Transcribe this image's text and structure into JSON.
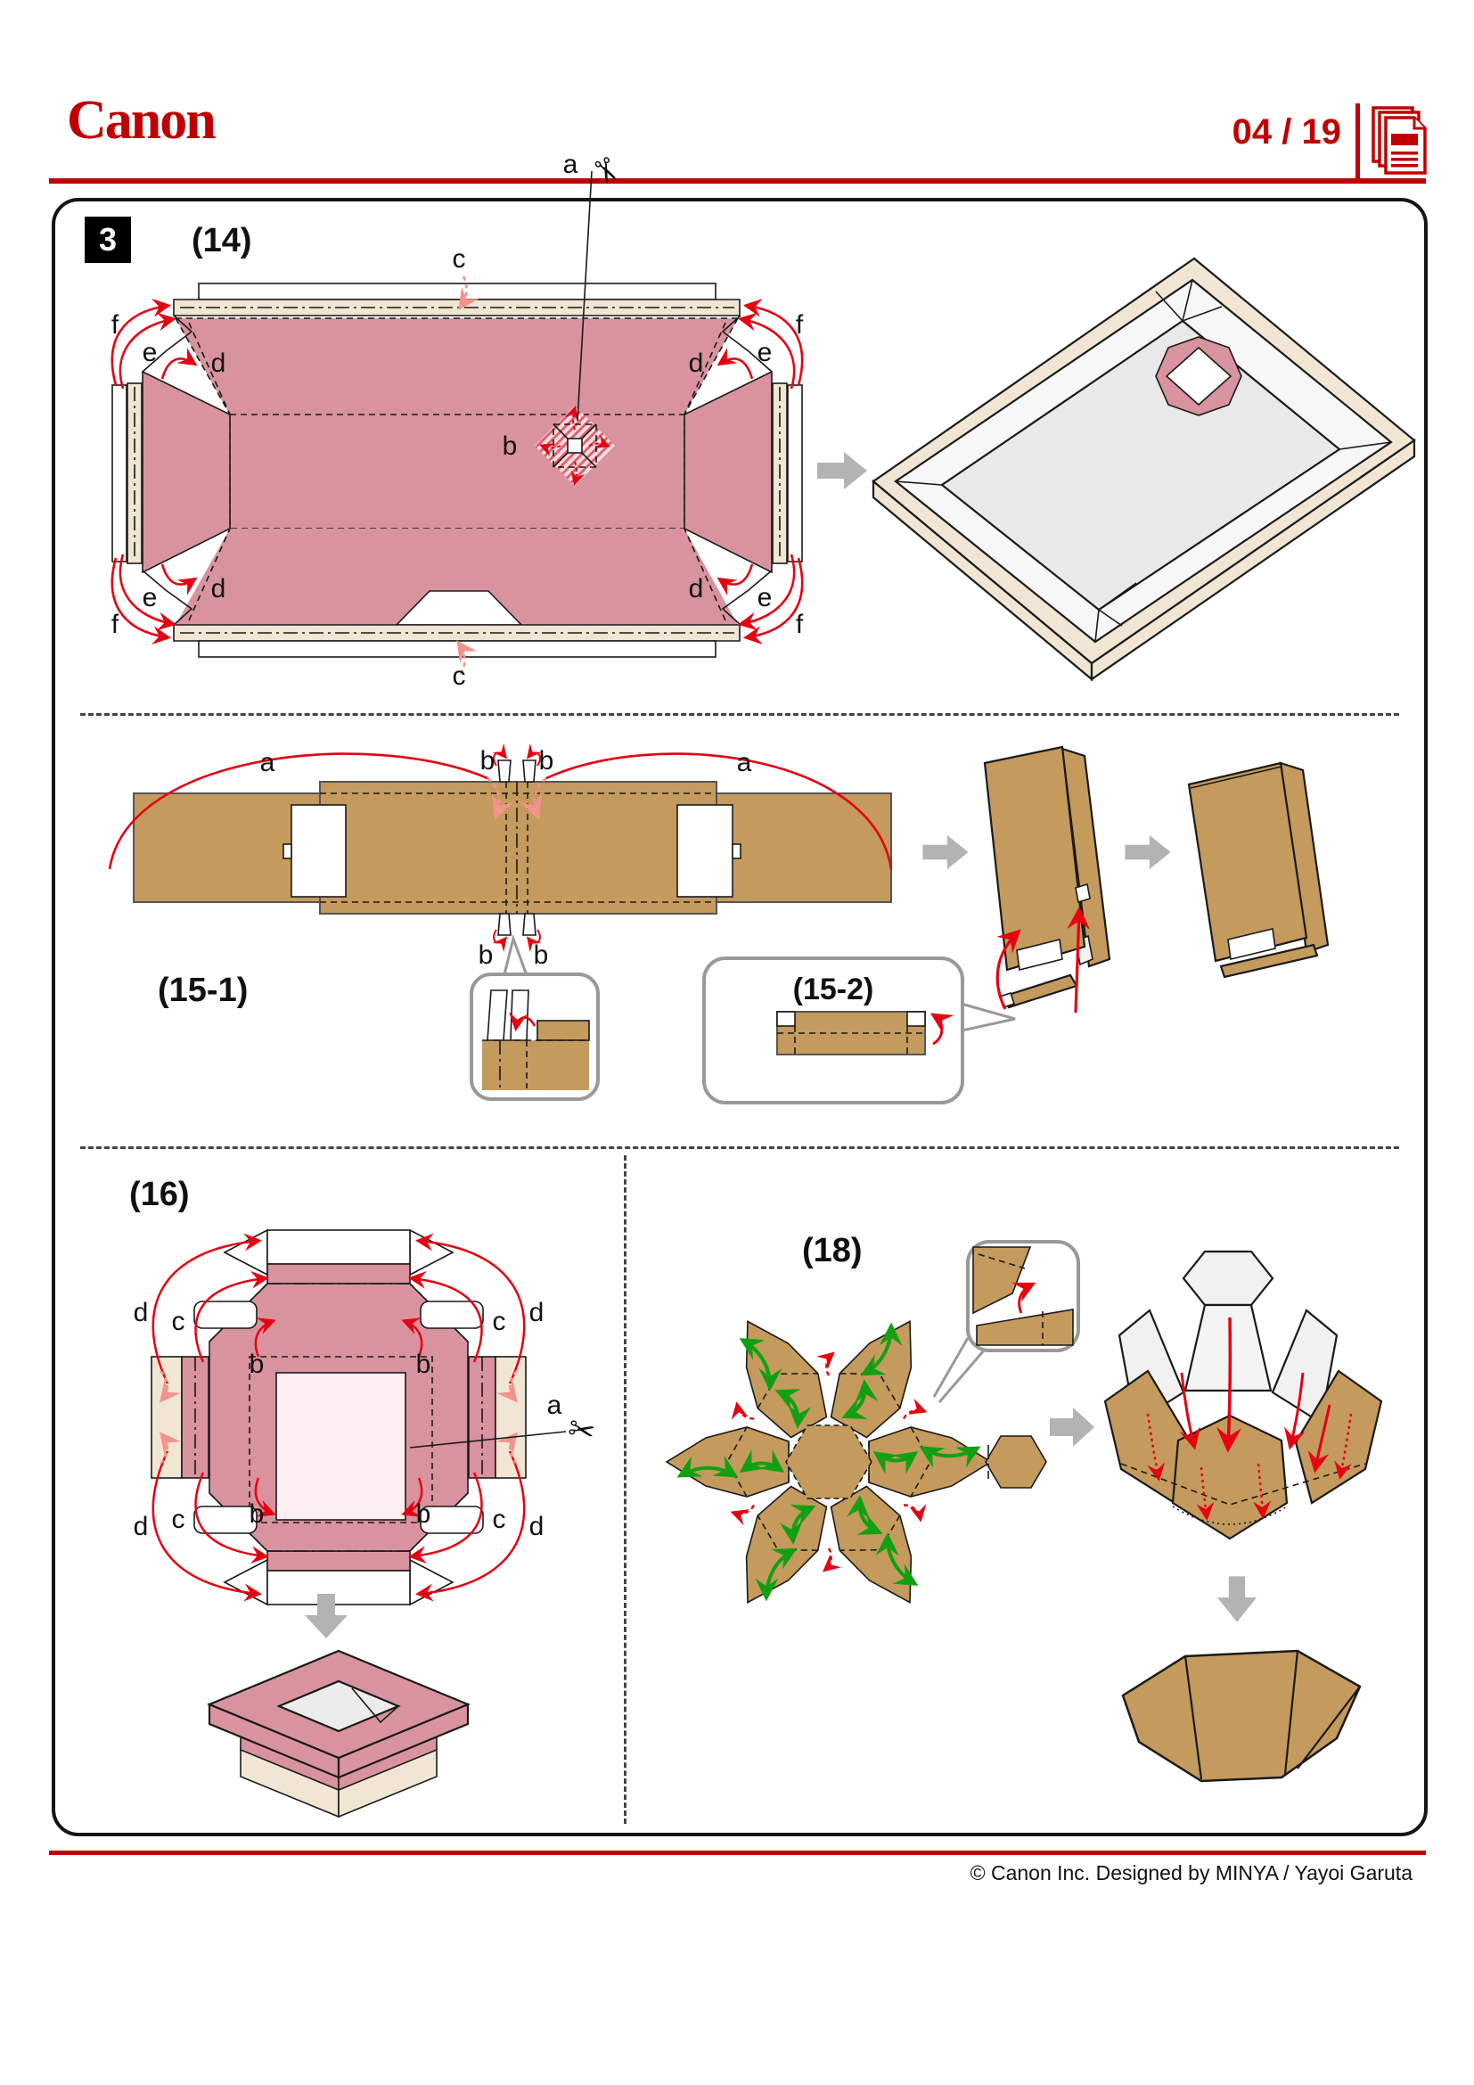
{
  "header": {
    "logo": "Canon",
    "page": "04 / 19"
  },
  "step": "3",
  "s14": {
    "title": "(14)",
    "a": "a",
    "b": "b",
    "c": "c",
    "d": "d",
    "e": "e",
    "f": "f"
  },
  "s15": {
    "title1": "(15-1)",
    "title2": "(15-2)",
    "a": "a",
    "b": "b"
  },
  "s16": {
    "title": "(16)",
    "a": "a",
    "b": "b",
    "c": "c",
    "d": "d"
  },
  "s18": {
    "title": "(18)"
  },
  "icons": {
    "scissors": "✂"
  },
  "footer": {
    "copyright": "© Canon Inc. Designed by MINYA / Yayoi Garuta"
  },
  "colors": {
    "canon_red": "#c00000",
    "arrow_red": "#e60012",
    "salmon": "#f2938c",
    "pink": "#d9939f",
    "pale_pink": "#fdeef2",
    "beige": "#f0e6d3",
    "tan": "#c49a5d",
    "green": "#11a011",
    "gray": "#b3b3b3"
  }
}
